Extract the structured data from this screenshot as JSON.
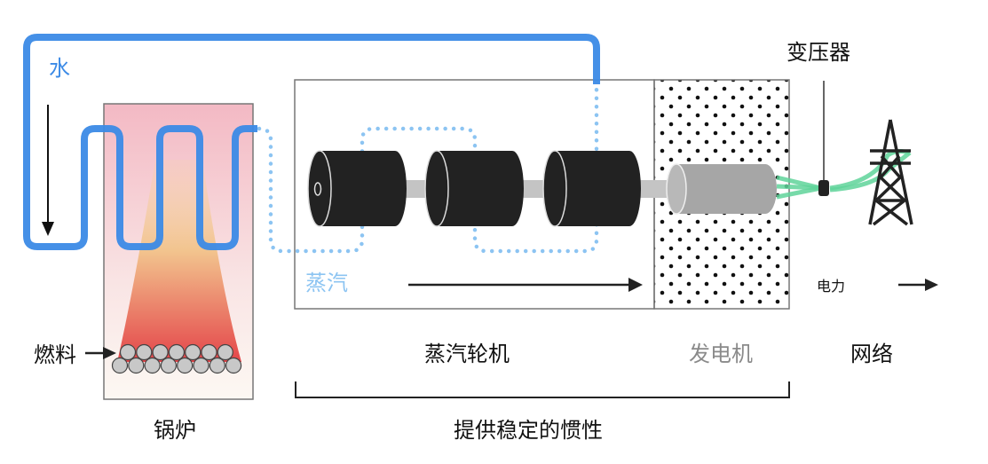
{
  "labels": {
    "water": "水",
    "steam": "蒸汽",
    "fuel": "燃料",
    "boiler": "锅炉",
    "steam_turbine": "蒸汽轮机",
    "generator": "发电机",
    "transformer": "变压器",
    "power": "电力",
    "grid": "网络",
    "inertia": "提供稳定的惯性"
  },
  "colors": {
    "water": "#3b8ae6",
    "steam": "#8cc4f2",
    "power_lines": "#5fd49a",
    "generator_label": "#8a8a8a",
    "turbine": "#222222"
  }
}
